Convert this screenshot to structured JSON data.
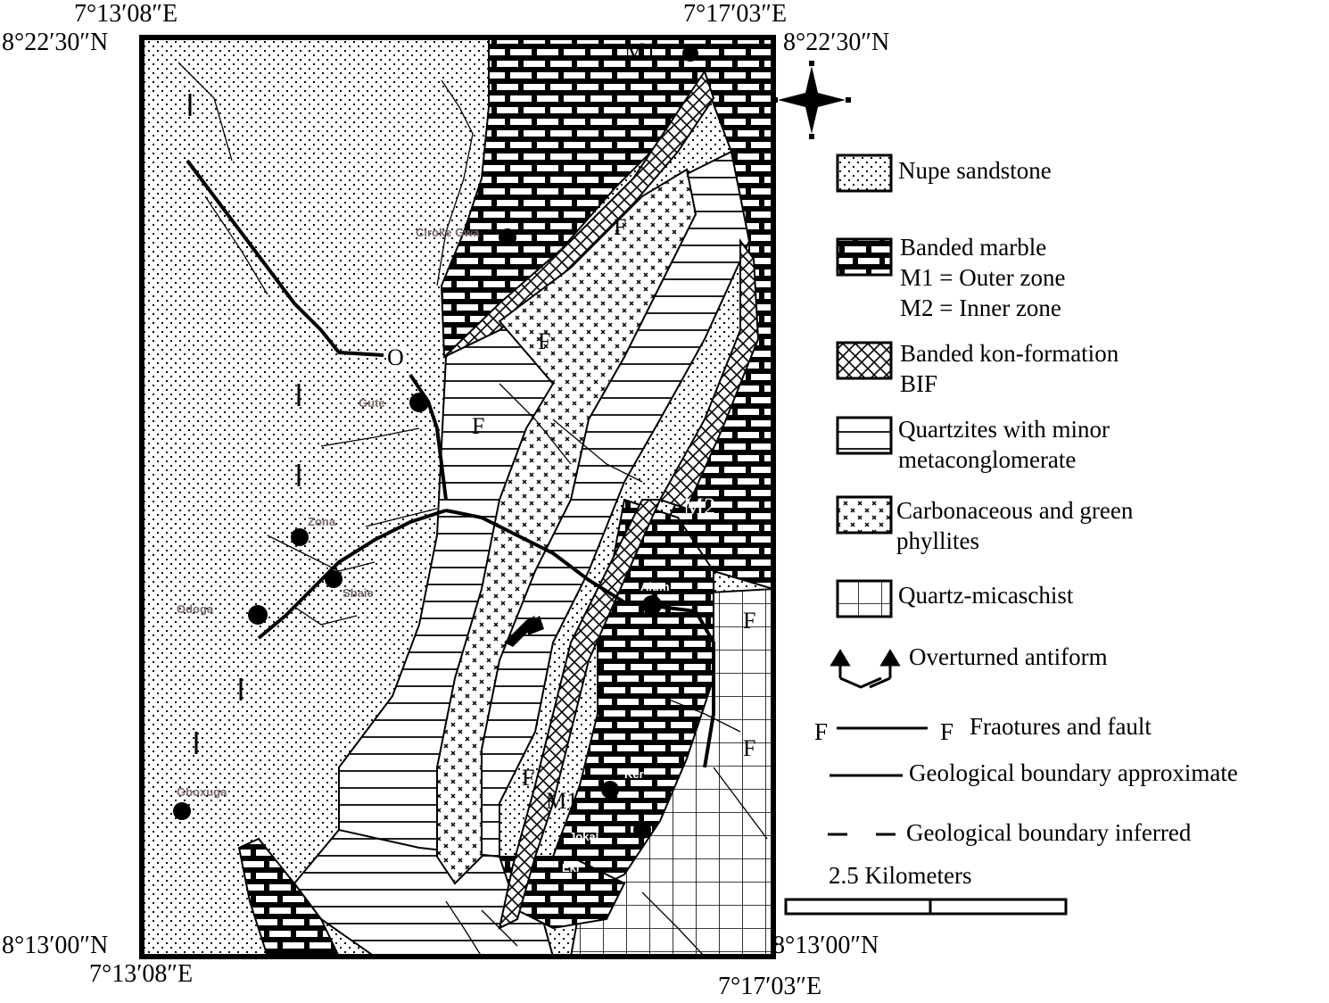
{
  "coords": {
    "top_left_e": "7°13′08″E",
    "top_left_n": "8°22′30″N",
    "top_right_e": "7°17′03″E",
    "top_right_n": "8°22′30″N",
    "bottom_left_n": "8°13′00″N",
    "bottom_left_e": "7°13′08″E",
    "bottom_right_n": "8°13′00″N",
    "bottom_right_e": "7°17′03″E"
  },
  "map_labels": {
    "m1_top": "M1",
    "m1_bottom": "M1",
    "m2": "M2",
    "o": "O",
    "f_upper": "F",
    "f_mid": "F",
    "f_left": "F",
    "f_right1": "F",
    "f_right2": "F",
    "f_bottom": "F"
  },
  "places": {
    "gwa": "Ciroke Gwa",
    "gute": "Gute",
    "zona": "Zona",
    "sbaie": "Sbaie",
    "odoga": "Odoga",
    "gboxuga": "Gboxuga",
    "alum": "Alum",
    "ker": "Ker",
    "jokal": "Jokal",
    "ekr": "Ekr"
  },
  "legend": {
    "nupe": "Nupe sandstone",
    "marble_title": "Banded marble",
    "marble_m1": "M1 = Outer zone",
    "marble_m2": "M2 = Inner zone",
    "bif_line1": "Banded kon-formation",
    "bif_line2": "BIF",
    "quartzite_line1": "Quartzites with minor",
    "quartzite_line2": "metaconglomerate",
    "phyllite_line1": "Carbonaceous and green",
    "phyllite_line2": "phyllites",
    "schist": "Quartz-micaschist",
    "antiform": "Overturned antiform",
    "fault_f1": "F",
    "fault_f2": "F",
    "fault": "Fraotures and fault",
    "boundary_approx": "Geological boundary approximate",
    "boundary_inferred": "Geological boundary inferred",
    "scale": "2.5 Kilometers"
  },
  "colors": {
    "ink": "#000000",
    "paper": "#ffffff",
    "place_label": "#7a6a6a"
  }
}
